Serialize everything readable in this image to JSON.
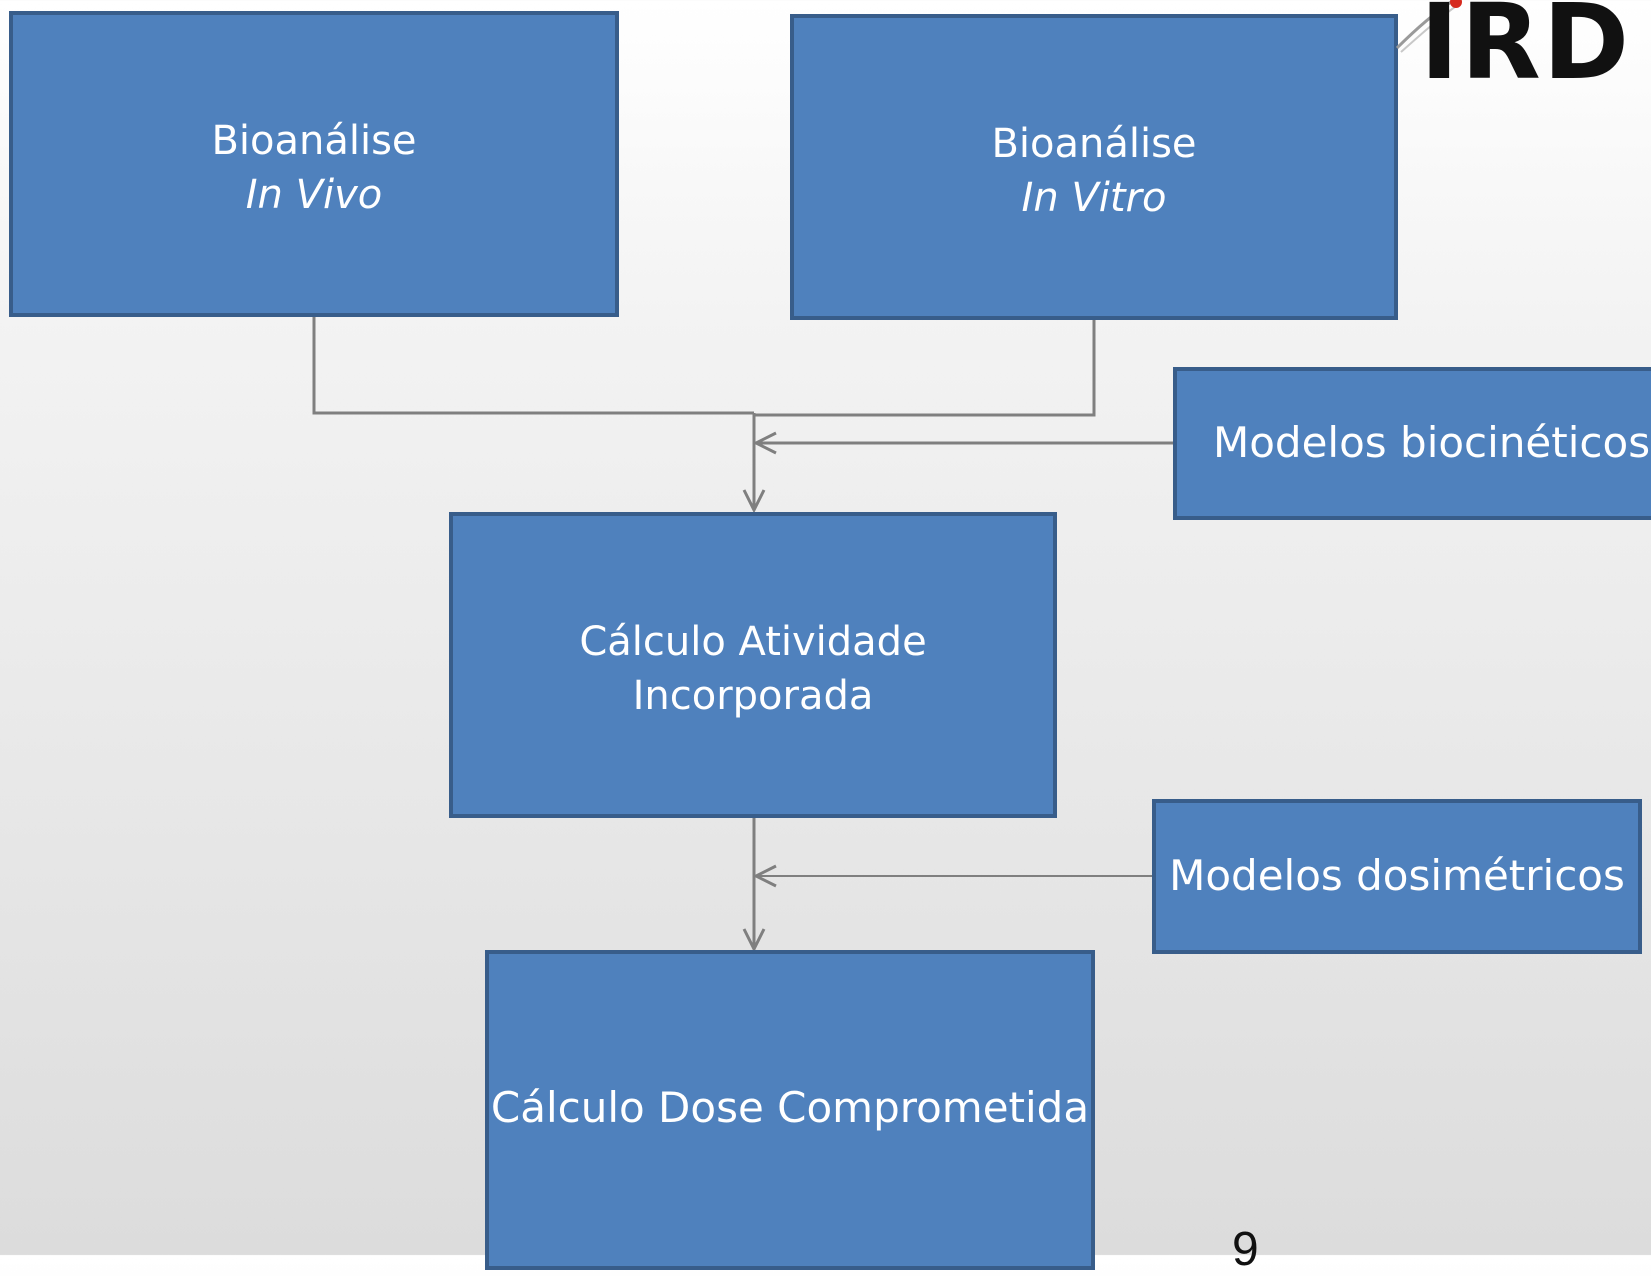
{
  "diagram": {
    "nodes": {
      "in_vivo": {
        "line1": "Bioanálise",
        "line2": "In Vivo"
      },
      "in_vitro": {
        "line1": "Bioanálise",
        "line2": "In Vitro"
      },
      "biocineticos": {
        "label": "Modelos biocinéticos"
      },
      "atividade": {
        "line1": "Cálculo Atividade",
        "line2": "Incorporada"
      },
      "dosimetricos": {
        "label": "Modelos dosimétricos"
      },
      "dose": {
        "label": "Cálculo Dose Comprometida"
      }
    },
    "edges": [
      {
        "from": "in_vivo",
        "to": "atividade"
      },
      {
        "from": "in_vitro",
        "to": "atividade"
      },
      {
        "from": "biocineticos",
        "to": "atividade"
      },
      {
        "from": "atividade",
        "to": "dose"
      },
      {
        "from": "dosimetricos",
        "to": "dose"
      }
    ]
  },
  "logo": {
    "text": "IRD"
  },
  "page_number": "9",
  "colors": {
    "box_fill": "#4f81bd",
    "box_border": "#385d8a",
    "connector": "#7f7f7f",
    "text": "#ffffff"
  }
}
